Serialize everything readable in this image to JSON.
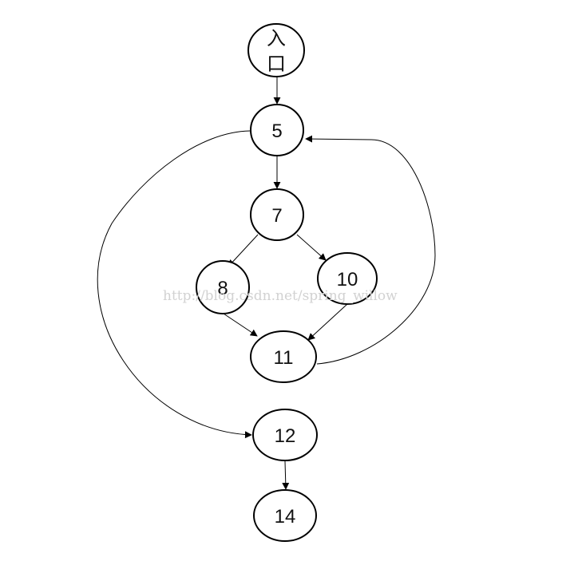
{
  "nodes": {
    "entry": {
      "label_line1": "入",
      "label_line2": "口"
    },
    "n5": {
      "label": "5"
    },
    "n7": {
      "label": "7"
    },
    "n8": {
      "label": "8"
    },
    "n10": {
      "label": "10"
    },
    "n11": {
      "label": "11"
    },
    "n12": {
      "label": "12"
    },
    "n14": {
      "label": "14"
    }
  },
  "edges": [
    {
      "from": "入口",
      "to": "5"
    },
    {
      "from": "5",
      "to": "7"
    },
    {
      "from": "7",
      "to": "8"
    },
    {
      "from": "7",
      "to": "10"
    },
    {
      "from": "8",
      "to": "11"
    },
    {
      "from": "10",
      "to": "11"
    },
    {
      "from": "11",
      "to": "5"
    },
    {
      "from": "5",
      "to": "12"
    },
    {
      "from": "12",
      "to": "14"
    }
  ],
  "watermark": "http://blog.csdn.net/spring_willow"
}
